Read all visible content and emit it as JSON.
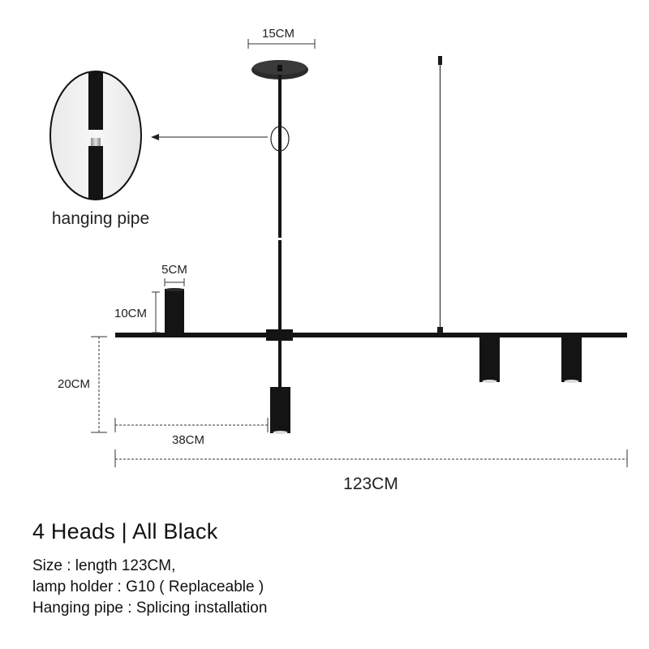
{
  "diagram": {
    "dimensions": {
      "canopy_width": "15CM",
      "holder_width": "5CM",
      "holder_height": "10CM",
      "drop_height": "20CM",
      "offset_length": "38CM",
      "total_length": "123CM"
    },
    "inset_label": "hanging pipe"
  },
  "product": {
    "title": "4 Heads | All Black",
    "specs": [
      "Size : length 123CM,",
      "lamp holder : G10 ( Replaceable )",
      "Hanging pipe : Splicing installation"
    ]
  },
  "colors": {
    "fixture": "#141414",
    "canopy": "#2b2b2b",
    "connector": "#b8b8b8",
    "dimension_line": "#333333"
  }
}
